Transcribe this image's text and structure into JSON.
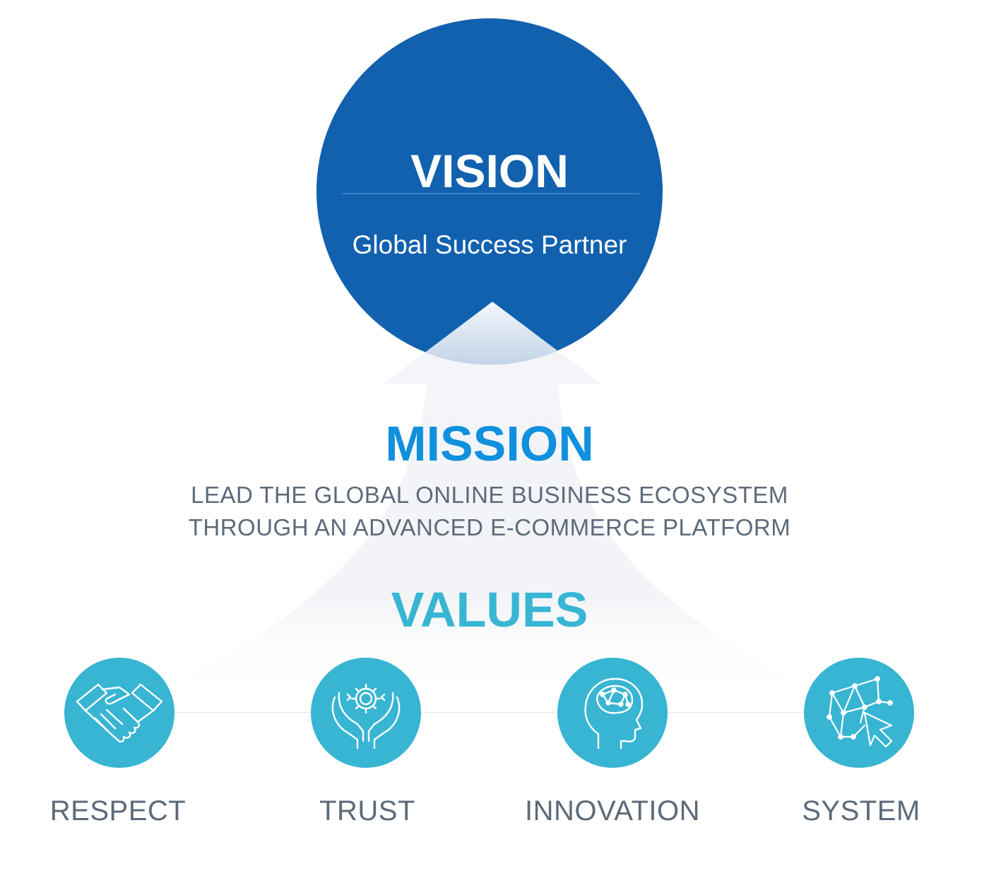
{
  "vision": {
    "title": "VISION",
    "subtitle": "Global Success Partner"
  },
  "mission": {
    "title": "MISSION",
    "lines": [
      "LEAD THE GLOBAL ONLINE BUSINESS ECOSYSTEM",
      "THROUGH AN ADVANCED E-COMMERCE PLATFORM"
    ]
  },
  "values": {
    "title": "VALUES",
    "items": [
      {
        "label": "RESPECT",
        "icon": "handshake-icon"
      },
      {
        "label": "TRUST",
        "icon": "hands-gear-icon"
      },
      {
        "label": "INNOVATION",
        "icon": "brain-head-icon"
      },
      {
        "label": "SYSTEM",
        "icon": "network-cursor-icon"
      }
    ]
  },
  "colors": {
    "vision_blue": "#1161af",
    "mission_blue": "#1190dd",
    "values_teal": "#37b6d3",
    "text_gray": "#5d6a7a"
  }
}
